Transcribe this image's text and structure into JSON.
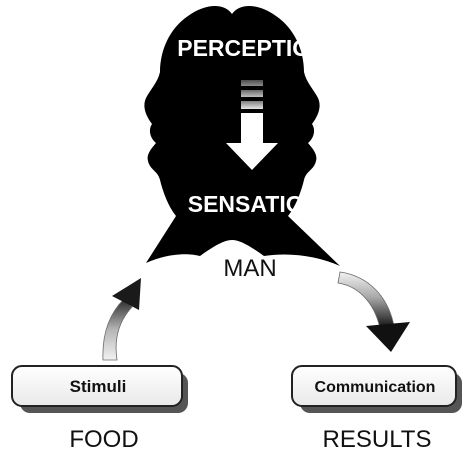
{
  "center": {
    "top_label": "PERCEPTION",
    "bottom_label": "SENSATION",
    "group_label": "MAN"
  },
  "input_box": {
    "label": "Stimuli",
    "caption": "FOOD"
  },
  "output_box": {
    "label": "Communication",
    "caption": "RESULTS"
  },
  "colors": {
    "silhouette": "#000000",
    "text_on_dark": "#ffffff",
    "text_on_light": "#111111",
    "arrow_light": "#e6e6e6",
    "arrow_dark": "#1a1a1a",
    "box_shadow": "#555555"
  }
}
